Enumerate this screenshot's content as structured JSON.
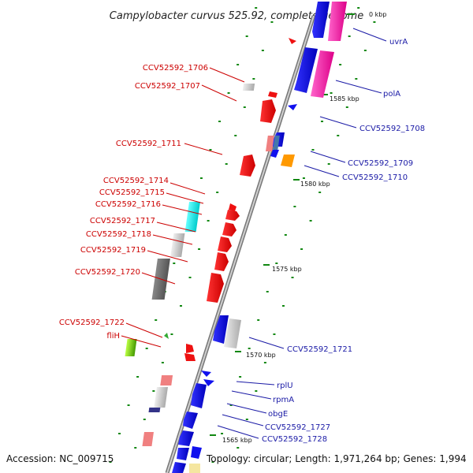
{
  "title": "Campylobacter curvus 525.92, complete genome",
  "accession": "Accession: NC_009715",
  "summary": "Topology: circular; Length: 1,971,264 bp; Genes: 1,994",
  "kbp_ticks": [
    "0 kbp",
    "1585 kbp",
    "1580 kbp",
    "1575 kbp",
    "1570 kbp",
    "1565 kbp"
  ],
  "left_labels": [
    "CCV52592_1706",
    "CCV52592_1707",
    "CCV52592_1711",
    "CCV52592_1714",
    "CCV52592_1715",
    "CCV52592_1716",
    "CCV52592_1717",
    "CCV52592_1718",
    "CCV52592_1719",
    "CCV52592_1720",
    "CCV52592_1722",
    "fliH"
  ],
  "right_labels": [
    "uvrA",
    "polA",
    "CCV52592_1708",
    "CCV52592_1709",
    "CCV52592_1710",
    "CCV52592_1721",
    "rplU",
    "rpmA",
    "obgE",
    "CCV52592_1727",
    "CCV52592_1728"
  ],
  "colors": {
    "backbone": "#999999",
    "forward": "#ee1111",
    "reverse": "#1111ee",
    "pink": "#ff33aa",
    "cyan": "#33ffff",
    "orange": "#ff9900",
    "lime": "#88dd22",
    "gray": "#bbbbbb",
    "darkgray": "#666666",
    "salmon": "#f08080",
    "yellow": "#f5e6a0",
    "tick": "#118811",
    "label_red": "#cc0000",
    "label_blue": "#1a1aa6"
  }
}
